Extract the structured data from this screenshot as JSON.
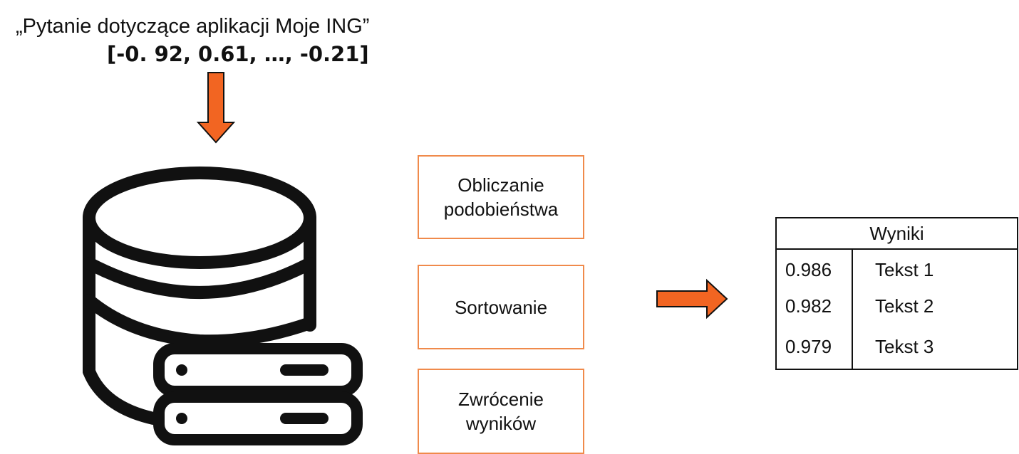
{
  "query": {
    "text": "„Pytanie dotyczące aplikacji Moje ING”",
    "vector": "[-0. 92, 0.61, …, -0.21]"
  },
  "steps": [
    {
      "line1": "Obliczanie",
      "line2": "podobieństwa"
    },
    {
      "line1": "Sortowanie",
      "line2": ""
    },
    {
      "line1": "Zwrócenie",
      "line2": "wyników"
    }
  ],
  "results": {
    "title": "Wyniki",
    "rows": [
      {
        "score": "0.986",
        "text": "Tekst 1"
      },
      {
        "score": "0.982",
        "text": "Tekst 2"
      },
      {
        "score": "0.979",
        "text": "Tekst 3"
      }
    ]
  },
  "colors": {
    "accent": "#f26522",
    "box_border": "#f08a4b",
    "icon": "#111111"
  },
  "icons": {
    "database": "database-icon",
    "server": "server-icon",
    "arrow_down": "arrow-down-icon",
    "arrow_right": "arrow-right-icon"
  }
}
